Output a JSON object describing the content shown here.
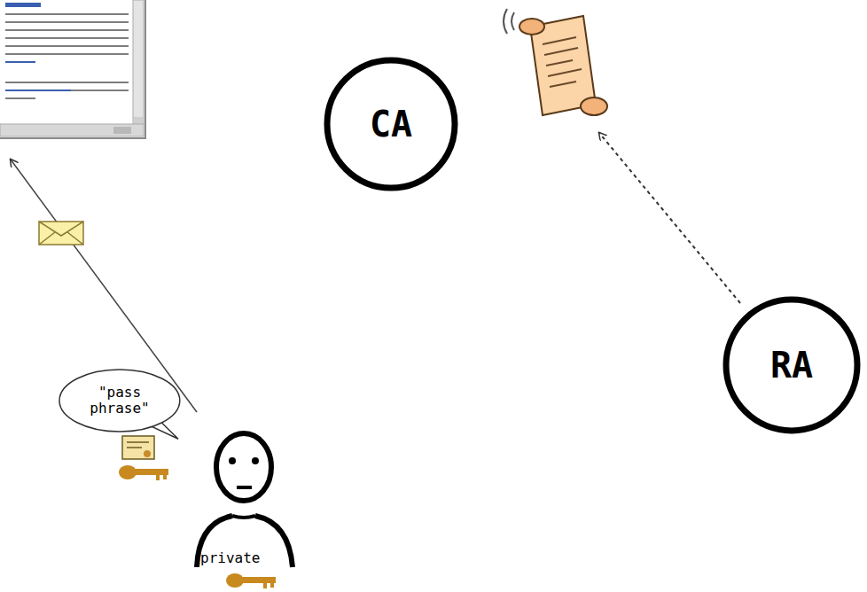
{
  "diagram": {
    "nodes": [
      {
        "text": [
          "CA"
        ]
      },
      {
        "text": [
          "RA"
        ]
      },
      {
        "text": [
          "\"pass phrase\""
        ]
      }
    ],
    "labels": [
      "private"
    ]
  }
}
